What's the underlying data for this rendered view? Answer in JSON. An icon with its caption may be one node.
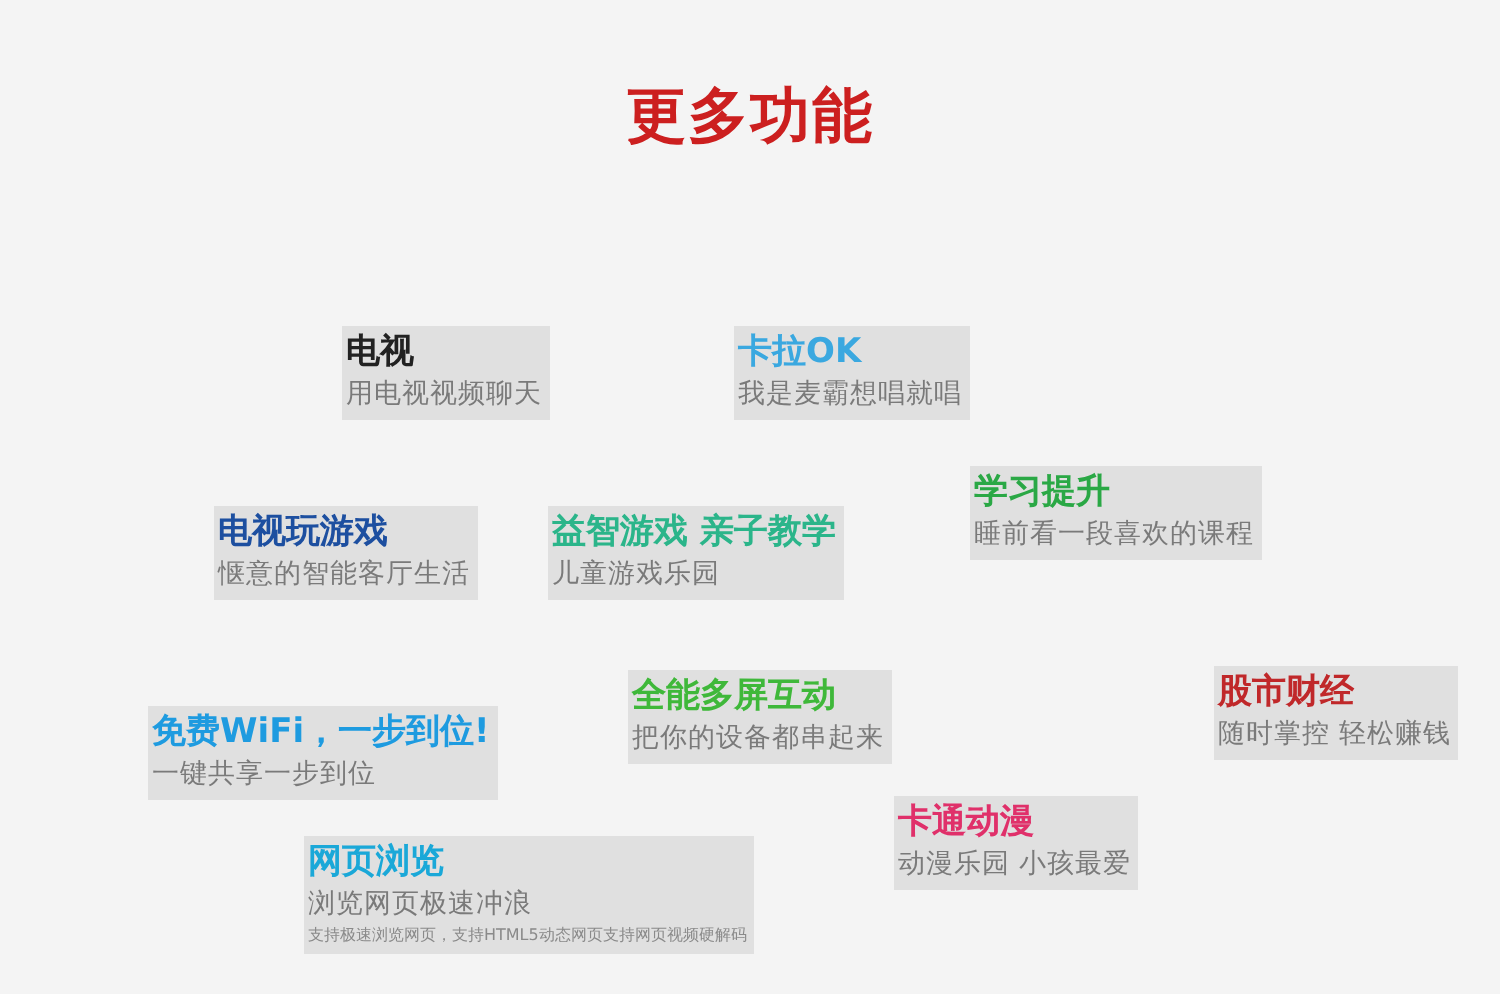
{
  "diagram": {
    "title": "更多功能",
    "nodes": [
      {
        "text": [
          "电视",
          "用电视视频聊天"
        ]
      },
      {
        "text": [
          "卡拉OK",
          "我是麦霸想唱就唱"
        ]
      },
      {
        "text": [
          "电视玩游戏",
          "惬意的智能客厅生活"
        ]
      },
      {
        "text": [
          "益智游戏 亲子教学",
          "儿童游戏乐园"
        ]
      },
      {
        "text": [
          "学习提升",
          "睡前看一段喜欢的课程"
        ]
      },
      {
        "text": [
          "股市财经",
          "随时掌控 轻松赚钱"
        ]
      },
      {
        "text": [
          "全能多屏互动",
          "把你的设备都串起来"
        ]
      },
      {
        "text": [
          "免费WiFi，一步到位!",
          "一键共享一步到位"
        ]
      },
      {
        "text": [
          "卡通动漫",
          "动漫乐园 小孩最爱"
        ]
      },
      {
        "text": [
          "网页浏览",
          "浏览网页极速冲浪",
          "支持极速浏览网页，支持HTML5动态网页支持网页视频硬解码"
        ]
      }
    ]
  }
}
